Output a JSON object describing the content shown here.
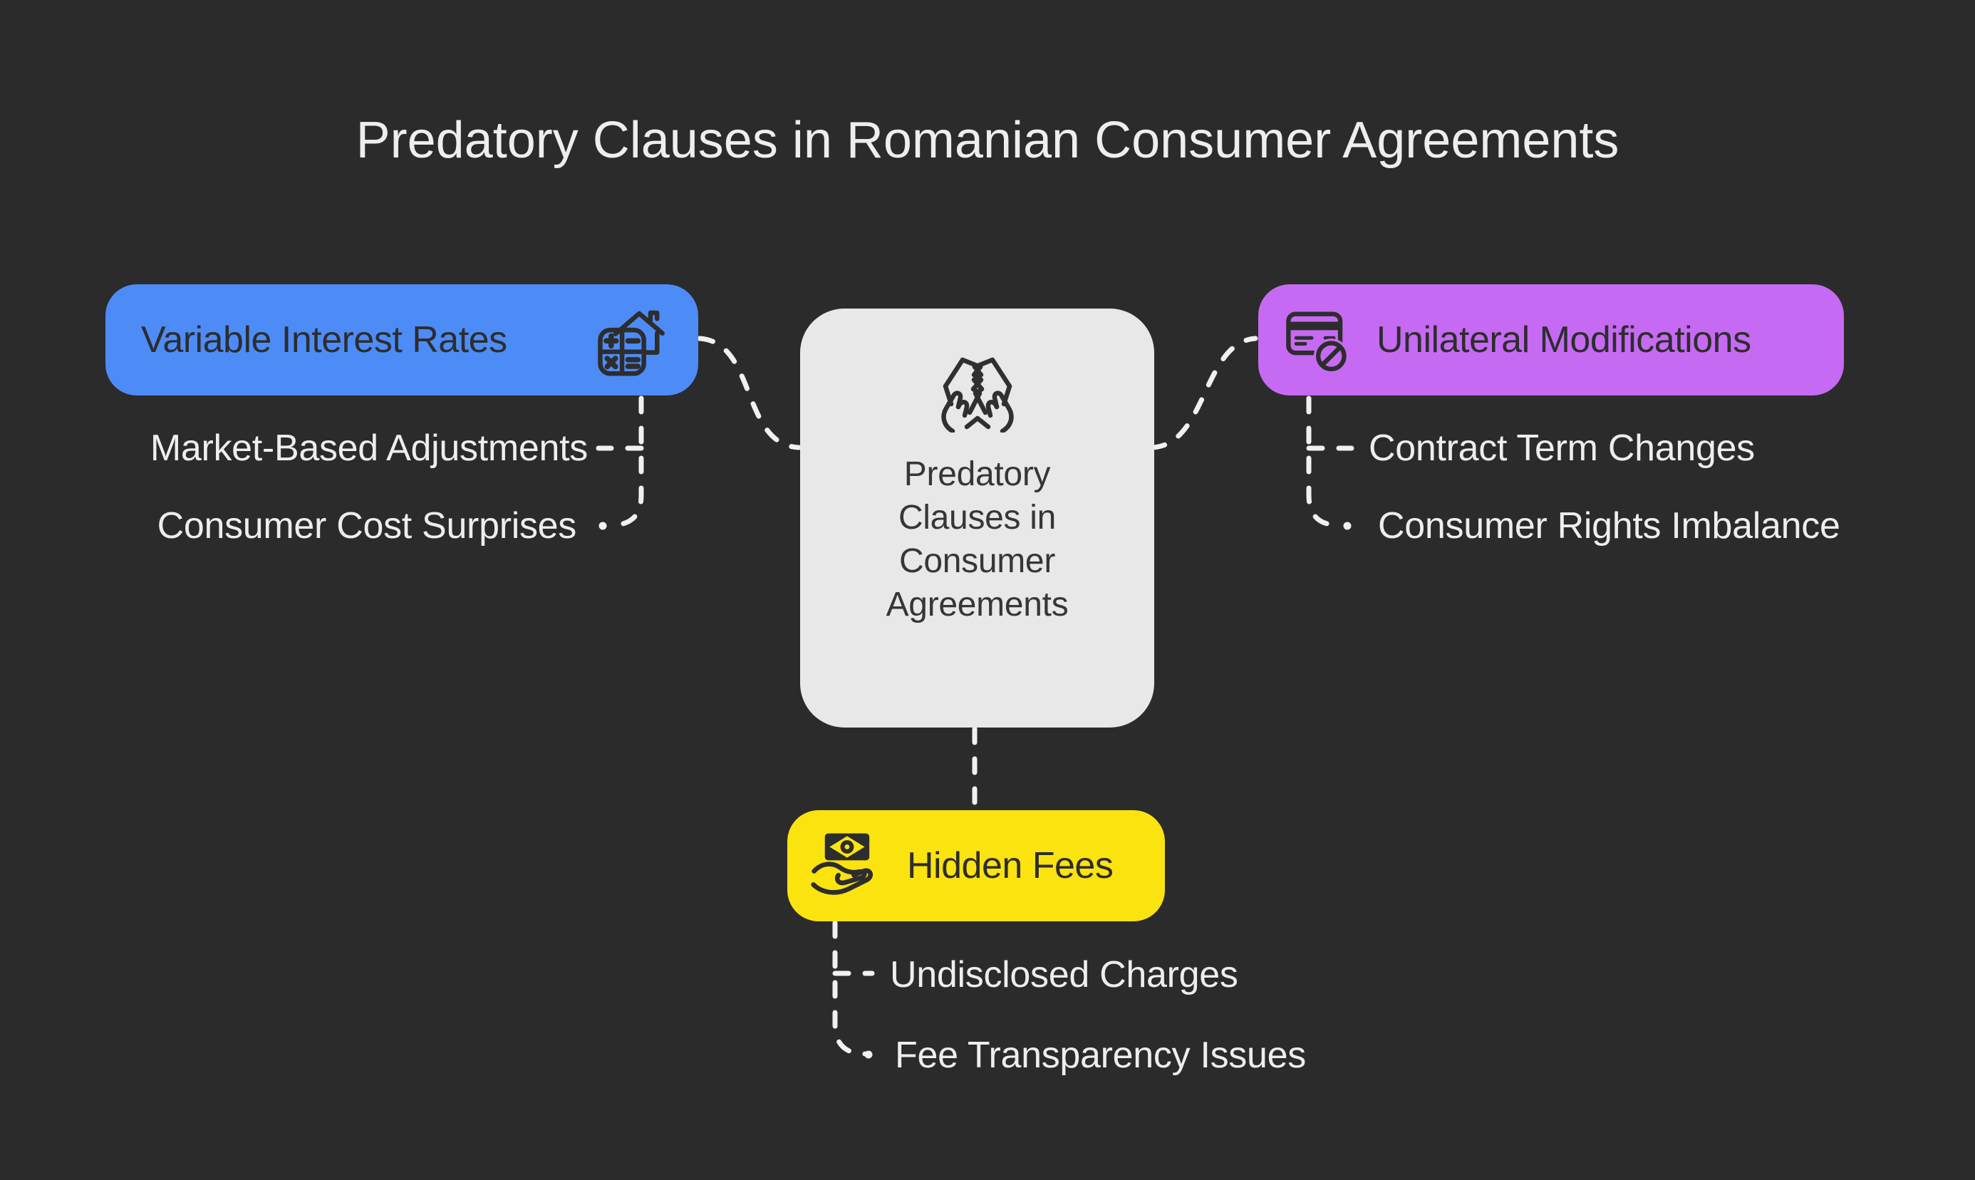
{
  "title": "Predatory Clauses in Romanian Consumer Agreements",
  "colors": {
    "background": "#2b2b2b",
    "blue": "#4d8cf7",
    "purple": "#c76af3",
    "yellow": "#fbe30f",
    "central_bg": "#e9e8e8",
    "dark": "#2d2d2d",
    "light_text": "#f0edee",
    "connector": "#f2f0f0"
  },
  "central": {
    "label": "Predatory Clauses in Consumer Agreements",
    "icon": "torn-contract-icon"
  },
  "branches": [
    {
      "label": "Variable Interest Rates",
      "icon": "mortgage-calculator-icon",
      "color": "#4d8cf7",
      "children": [
        "Market-Based Adjustments",
        "Consumer Cost Surprises"
      ]
    },
    {
      "label": "Unilateral Modifications",
      "icon": "credit-card-blocked-icon",
      "color": "#c76af3",
      "children": [
        "Contract Term Changes",
        "Consumer Rights Imbalance"
      ]
    },
    {
      "label": "Hidden Fees",
      "icon": "money-in-hand-icon",
      "color": "#fbe30f",
      "children": [
        "Undisclosed Charges",
        "Fee Transparency Issues"
      ]
    }
  ]
}
